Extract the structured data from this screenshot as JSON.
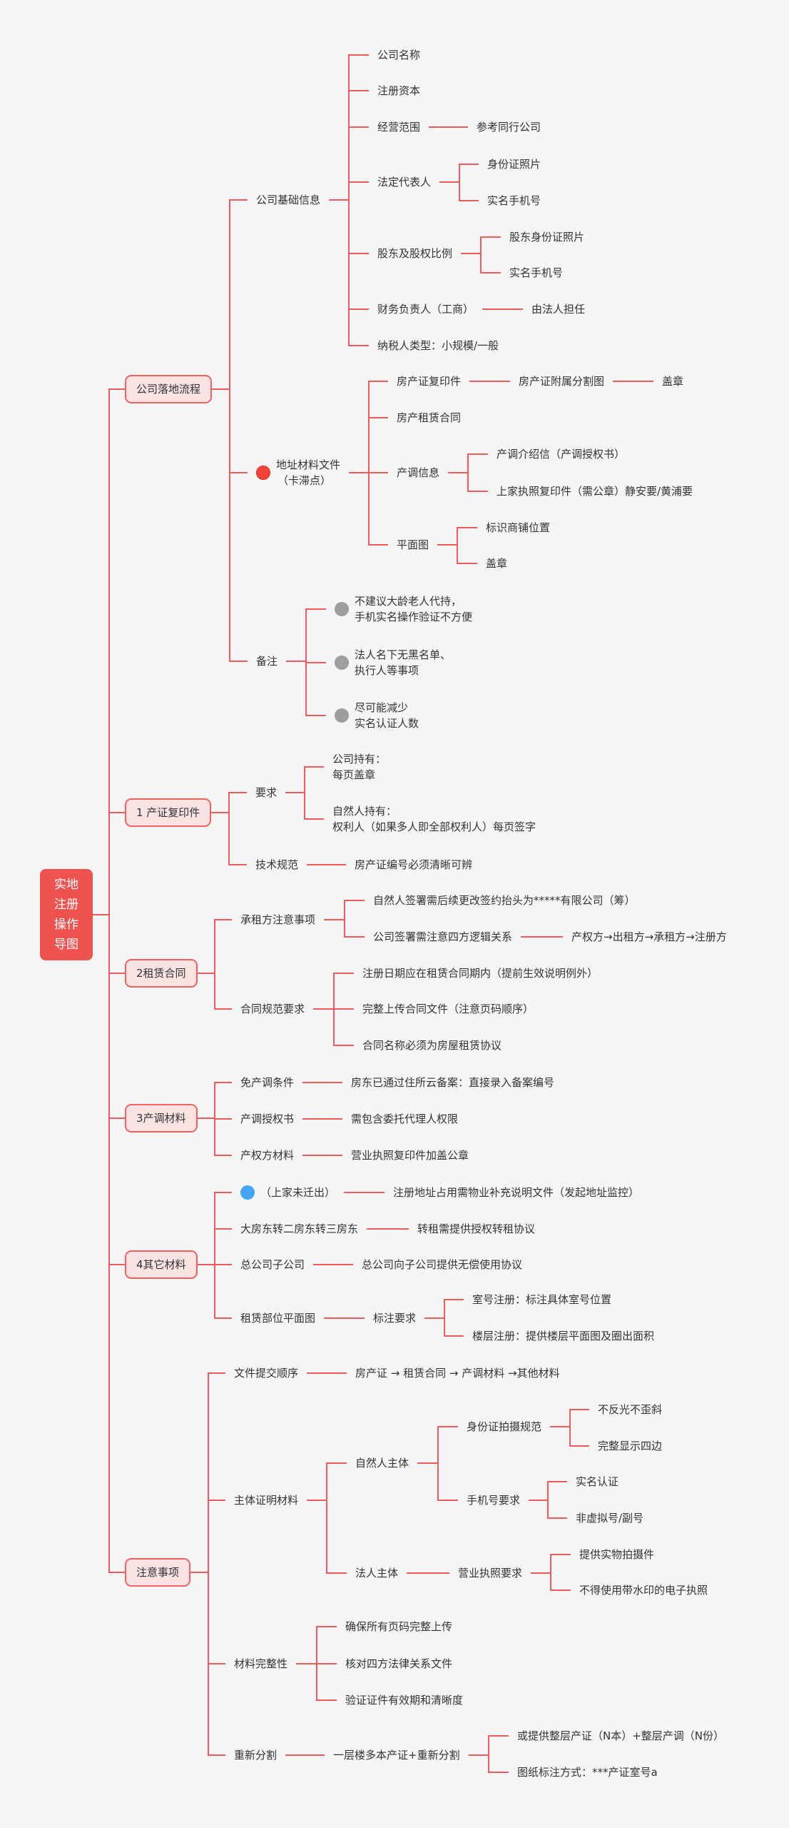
{
  "colors": {
    "line": "#f05a5a",
    "root": "#ef5350",
    "box_bg": "#f9e2e2",
    "box_border": "#f06262",
    "dot_red": "#f44336",
    "dot_gray": "#9e9e9e",
    "dot_blue": "#42a5f5"
  },
  "root": [
    "实地",
    "注册",
    "操作",
    "导图"
  ],
  "nodes": {
    "flow": "公司落地流程",
    "basic": "公司基础信息",
    "name": "公司名称",
    "capital": "注册资本",
    "scope": "经营范围",
    "scope_ref": "参考同行公司",
    "legal": "法定代表人",
    "legal_id": "身份证照片",
    "legal_phone": "实名手机号",
    "share": "股东及股权比例",
    "share_id": "股东身份证照片",
    "share_phone": "实名手机号",
    "finance": "财务负责人（工商）",
    "finance_by": "由法人担任",
    "tax": "纳税人类型：小规模/一般",
    "addr": [
      "地址材料文件",
      "（卡滞点）"
    ],
    "cert_copy": "房产证复印件",
    "cert_map": "房产证附属分割图",
    "cert_seal": "盖章",
    "lease": "房产租赁合同",
    "survey": "产调信息",
    "survey_letter": "产调介绍信（产调授权书）",
    "survey_prev": "上家执照复印件（需公章）静安要/黄浦要",
    "plan": "平面图",
    "plan_mark": "标识商铺位置",
    "plan_seal": "盖章",
    "remark": "备注",
    "remark1": [
      "不建议大龄老人代持，",
      "手机实名操作验证不方便"
    ],
    "remark2": [
      "法人名下无黑名单、",
      "执行人等事项"
    ],
    "remark3": [
      "尽可能减少",
      "实名认证人数"
    ],
    "b1": "1 产证复印件",
    "req": "要求",
    "req_company": [
      "公司持有：",
      "每页盖章"
    ],
    "req_person": [
      "自然人持有：",
      "权利人（如果多人即全部权利人）每页签字"
    ],
    "tech": "技术规范",
    "tech_v": "房产证编号必须清晰可辨",
    "b2": "2租赁合同",
    "tenant": "承租方注意事项",
    "tenant1": "自然人签署需后续更改签约抬头为*****有限公司（筹）",
    "tenant2": "公司签署需注意四方逻辑关系",
    "tenant2v": "产权方→出租方→承租方→注册方",
    "contract": "合同规范要求",
    "contract1": "注册日期应在租赁合同期内（提前生效说明例外）",
    "contract2": "完整上传合同文件（注意页码顺序）",
    "contract3": "合同名称必须为房屋租赁协议",
    "b3": "3产调材料",
    "exempt": "免产调条件",
    "exempt_v": "房东已通过住所云备案：直接录入备案编号",
    "auth": "产调授权书",
    "auth_v": "需包含委托代理人权限",
    "owner": "产权方材料",
    "owner_v": "营业执照复印件加盖公章",
    "b4": "4其它材料",
    "prev": "（上家未迁出）",
    "prev_v": "注册地址占用需物业补充说明文件（发起地址监控）",
    "sublet": "大房东转二房东转三房东",
    "sublet_v": "转租需提供授权转租协议",
    "hq": "总公司子公司",
    "hq_v": "总公司向子公司提供无偿使用协议",
    "lease_plan": "租赁部位平面图",
    "mark_req": "标注要求",
    "mark_room": "室号注册：标注具体室号位置",
    "mark_floor": "楼层注册：提供楼层平面图及圈出面积",
    "b5": "注意事项",
    "order": "文件提交顺序",
    "order_v": "房产证 → 租赁合同 → 产调材料 →其他材料",
    "subject": "主体证明材料",
    "natural": "自然人主体",
    "idphoto": "身份证拍摄规范",
    "id1": "不反光不歪斜",
    "id2": "完整显示四边",
    "phone": "手机号要求",
    "ph1": "实名认证",
    "ph2": "非虚拟号/副号",
    "corp": "法人主体",
    "license": "营业执照要求",
    "lic1": "提供实物拍摄件",
    "lic2": "不得使用带水印的电子执照",
    "complete": "材料完整性",
    "c1": "确保所有页码完整上传",
    "c2": "核对四方法律关系文件",
    "c3": "验证证件有效期和清晰度",
    "split": "重新分割",
    "split_v": "一层楼多本产证+重新分割",
    "split1": "或提供整层产证（N本）+整层产调（N份）",
    "split2": "图纸标注方式：***产证室号a"
  }
}
